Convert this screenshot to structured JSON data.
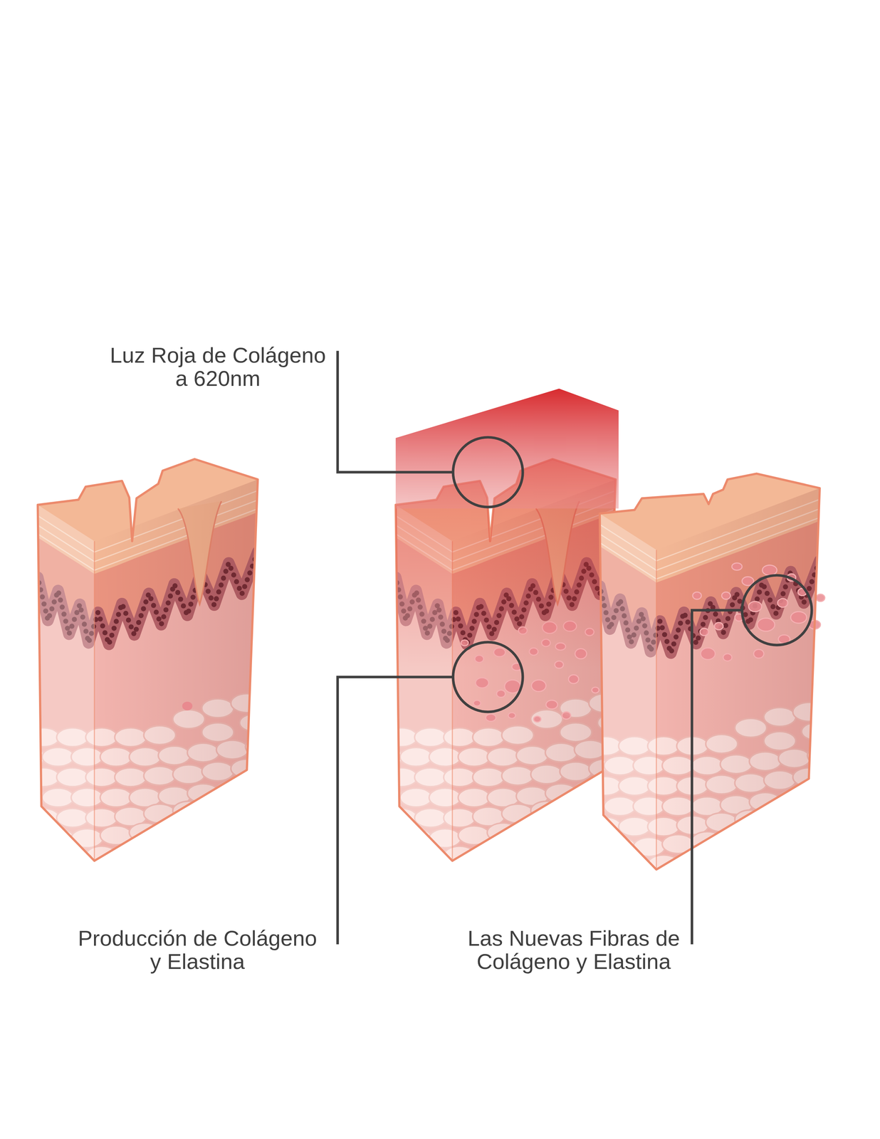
{
  "diagram": {
    "labels": [
      "Luz Roja de Colágeno a 620nm",
      "Producción de Colágeno y Elastina",
      "Las Nuevas Fibras de Colágeno y Elastina"
    ]
  }
}
